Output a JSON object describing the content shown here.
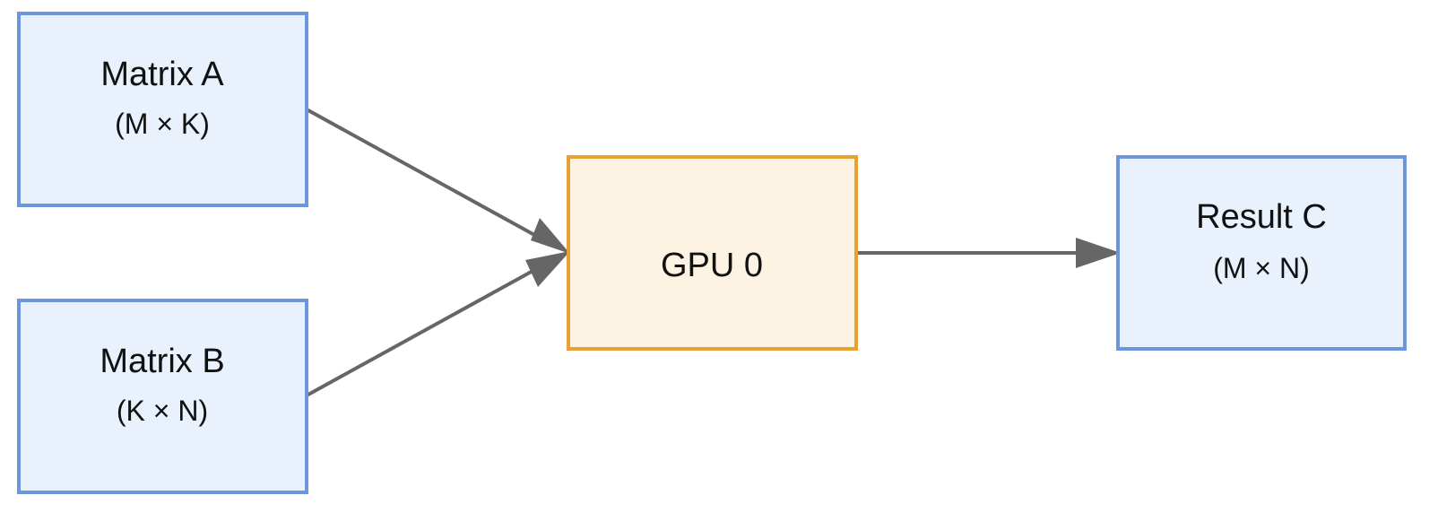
{
  "nodes": {
    "matrix_a": {
      "title": "Matrix A",
      "subtitle": "(M × K)"
    },
    "matrix_b": {
      "title": "Matrix B",
      "subtitle": "(K × N)"
    },
    "gpu": {
      "title": "GPU 0"
    },
    "result_c": {
      "title": "Result C",
      "subtitle": "(M × N)"
    }
  },
  "edges": [
    {
      "from": "Matrix A",
      "to": "GPU 0"
    },
    {
      "from": "Matrix B",
      "to": "GPU 0"
    },
    {
      "from": "GPU 0",
      "to": "Result C"
    }
  ],
  "colors": {
    "input_fill": "#e8f1fc",
    "input_border": "#6c96dc",
    "gpu_fill": "#fcf3e3",
    "gpu_border": "#e8a030",
    "edge": "#666666"
  }
}
